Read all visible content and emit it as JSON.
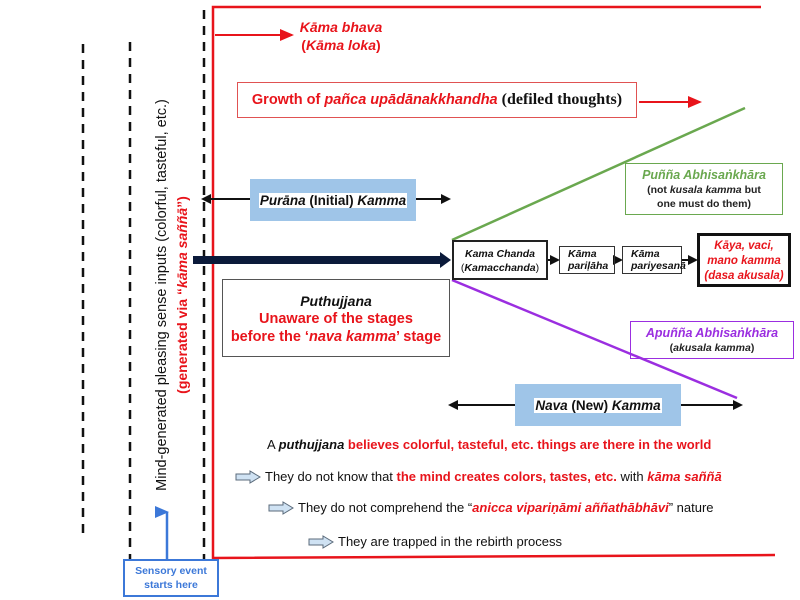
{
  "diagram": {
    "kama_bhava": {
      "line1": "Kāma bhava",
      "line2_open": "(",
      "line2_italic": "Kāma loka",
      "line2_close": ")"
    },
    "growth": {
      "prefix": "Growth of ",
      "italic": "pañca upādānakkhandha",
      "suffix": "(defiled thoughts)"
    },
    "vertical_label": {
      "line1": "Mind-generated pleasing sense inputs (colorful, tasteful, etc.)",
      "line2_prefix": "(generated via “",
      "line2_italic": "kāma saññā",
      "line2_suffix": "”)"
    },
    "purana": {
      "italic1": "Purāna",
      "middle": " (Initial) ",
      "italic2": "Kamma"
    },
    "puthujjana_box": {
      "title": "Puthujjana",
      "line2": "Unaware of the stages",
      "line3_prefix": "before the ‘",
      "line3_italic": "nava kamma",
      "line3_suffix": "’ stage"
    },
    "stages": [
      {
        "line1": "Kama Chanda",
        "line2_open": "(",
        "line2_italic": "Kamacchanda",
        "line2_close": ")"
      },
      {
        "line1": "Kāma",
        "line2": "pariḷāha"
      },
      {
        "line1": "Kāma",
        "line2": "pariyesanā"
      },
      {
        "line1": "Kāya, vaci,",
        "line2": "mano kamma",
        "line3": "(dasa akusala)"
      }
    ],
    "punna": {
      "title": "Puñña Abhisaṅkhāra",
      "line2_prefix": "(not ",
      "line2_italic": "kusala kamma",
      "line2_suffix": " but",
      "line3": "one must do them)"
    },
    "apunna": {
      "title": "Apuñña Abhisaṅkhāra",
      "line2_open": "(",
      "line2_italic": "akusala kamma",
      "line2_close": ")"
    },
    "nava": {
      "italic1": "Nava",
      "middle": " (New) ",
      "italic2": "Kamma"
    },
    "statements": {
      "s1": {
        "prefix": "A ",
        "italic": "puthujjana",
        "red": " believes colorful, tasteful, etc. things are there in the world"
      },
      "s2": {
        "prefix": "They do not know that ",
        "red": "the mind creates colors, tastes, etc.",
        "middle": " with ",
        "red_italic": "kāma saññā"
      },
      "s3": {
        "prefix": "They do not comprehend the “",
        "red_italic": "anicca vipariṇāmi aññathābhāvi",
        "suffix": "” nature"
      },
      "s4": {
        "text": "They are trapped in the rebirth process"
      }
    },
    "sensory_event": {
      "line1": "Sensory event",
      "line2": "starts here"
    }
  },
  "colors": {
    "red": "#e8141b",
    "green": "#6aa84f",
    "purple": "#9b2ee0",
    "light_blue": "#9fc5e8",
    "blue": "#3c78d8",
    "navy": "#0b1a3a"
  }
}
